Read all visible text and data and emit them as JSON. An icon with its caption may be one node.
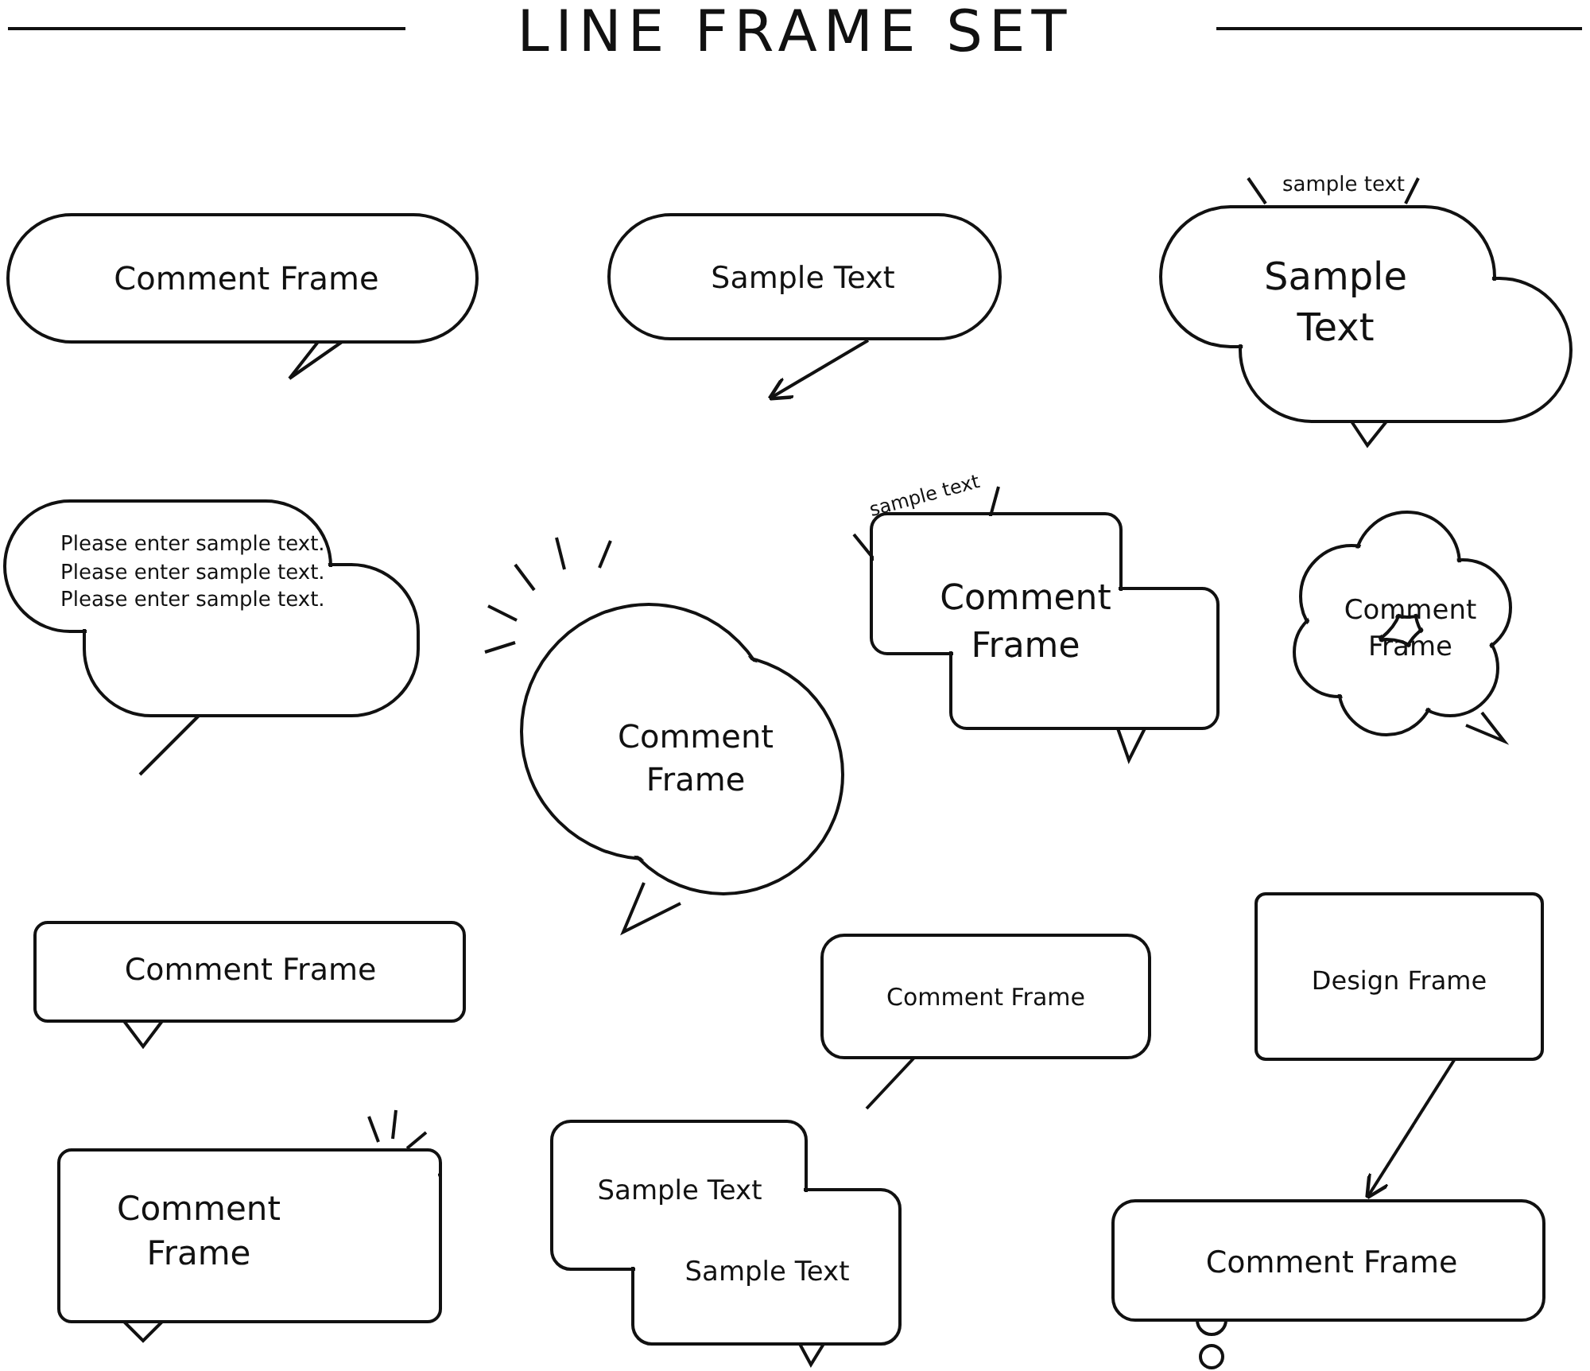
{
  "diagram": {
    "title": "LINE FRAME SET",
    "nodes": [
      {
        "text": [
          "Comment Frame"
        ]
      },
      {
        "text": [
          "Sample Text"
        ]
      },
      {
        "text": [
          "sample text",
          "Sample Text"
        ]
      },
      {
        "text": [
          "Please enter sample text. Please enter sample text. Please enter sample text."
        ]
      },
      {
        "text": [
          "Comment Frame"
        ]
      },
      {
        "text": [
          "sample text",
          "Comment Frame"
        ]
      },
      {
        "text": [
          "Comment Frame"
        ]
      },
      {
        "text": [
          "Comment Frame"
        ]
      },
      {
        "text": [
          "Comment Frame"
        ]
      },
      {
        "text": [
          "Design Frame"
        ]
      },
      {
        "text": [
          "Comment Frame"
        ]
      },
      {
        "text": [
          "Sample Text",
          "Sample Text"
        ]
      },
      {
        "text": [
          "Comment Frame"
        ]
      }
    ],
    "edges": [
      {
        "from": 1,
        "to": null,
        "arrow": "to"
      },
      {
        "from": 9,
        "to": 12,
        "arrow": "to"
      }
    ]
  }
}
